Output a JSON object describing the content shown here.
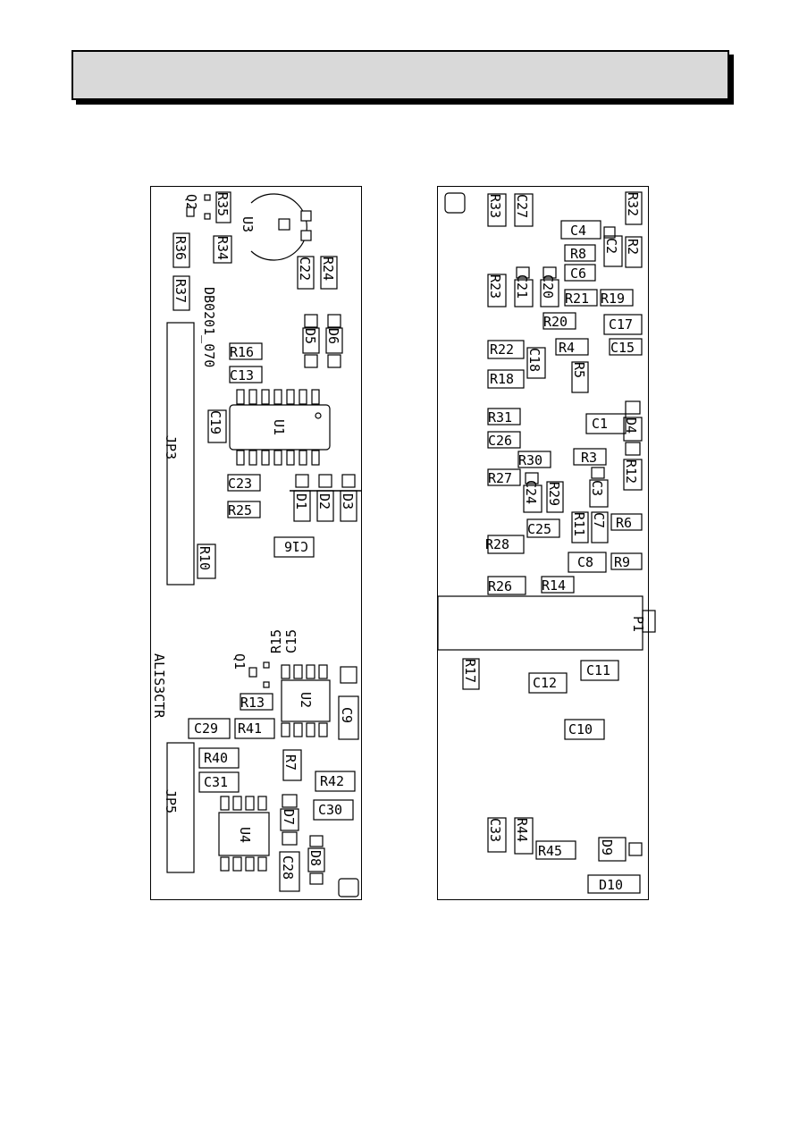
{
  "header": {
    "title": ""
  },
  "left_board": {
    "labels": {
      "q2": "Q2",
      "r35": "R35",
      "r34": "R34",
      "u3": "U3",
      "r36": "R36",
      "r37": "R37",
      "c22": "C22",
      "r24": "R24",
      "db": "DB0201_070",
      "d5": "D5",
      "d6": "D6",
      "r16": "R16",
      "c13": "C13",
      "c19": "C19",
      "u1": "U1",
      "jp3": "JP3",
      "c23": "C23",
      "r25": "R25",
      "d1": "D1",
      "d2": "D2",
      "d3": "D3",
      "c16": "C16",
      "r10": "R10",
      "r15": "R15",
      "c15": "C15",
      "q1": "Q1",
      "u2": "U2",
      "alis": "ALIS3CTR",
      "r13": "R13",
      "c9": "C9",
      "c29": "C29",
      "r41": "R41",
      "r40": "R40",
      "r7": "R7",
      "c31": "C31",
      "r42": "R42",
      "jp5": "JP5",
      "c30": "C30",
      "d7": "D7",
      "u4": "U4",
      "d8": "D8",
      "c28": "C28"
    }
  },
  "right_board": {
    "labels": {
      "r33": "R33",
      "c27": "C27",
      "r32": "R32",
      "c4": "C4",
      "c2": "C2",
      "r2": "R2",
      "r8": "R8",
      "c6": "C6",
      "r23": "R23",
      "c21": "C21",
      "c20": "C20",
      "r21": "R21",
      "r19": "R19",
      "r20": "R20",
      "c17": "C17",
      "r22": "R22",
      "r4": "R4",
      "c15": "C15",
      "c18": "C18",
      "r18": "R18",
      "r5": "R5",
      "r31": "R31",
      "c1": "C1",
      "d4": "D4",
      "c26": "C26",
      "r30": "R30",
      "r3": "R3",
      "r12": "R12",
      "r27": "R27",
      "c24": "C24",
      "r29": "R29",
      "c3": "C3",
      "c25": "C25",
      "r11": "R11",
      "c7": "C7",
      "r6": "R6",
      "r28": "R28",
      "c8": "C8",
      "r9": "R9",
      "r26": "R26",
      "r14": "R14",
      "p1": "P1",
      "r17": "R17",
      "c11": "C11",
      "c12": "C12",
      "c10": "C10",
      "c33": "C33",
      "r44": "R44",
      "r45": "R45",
      "d9": "D9",
      "d10": "D10"
    }
  }
}
